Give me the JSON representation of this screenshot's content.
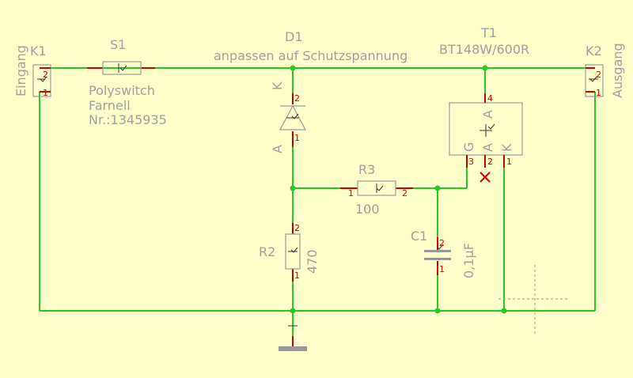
{
  "schematic": {
    "k1": {
      "name": "K1",
      "label": "Eingang",
      "pin_top": "2",
      "pin_bottom": "1"
    },
    "k2": {
      "name": "K2",
      "label": "Ausgang",
      "pin_top": "2",
      "pin_bottom": "1"
    },
    "s1": {
      "name": "S1",
      "line1": "Polyswitch",
      "line2": "Farnell",
      "line3": "Nr.:1345935"
    },
    "d1": {
      "name": "D1",
      "value": "anpassen auf Schutzspannung",
      "k_label": "K",
      "a_label": "A",
      "pin_k": "2",
      "pin_a": "1"
    },
    "t1": {
      "name": "T1",
      "value": "BT148W/600R",
      "a_label": "A",
      "g_label": "G",
      "a2_label": "A",
      "k_label": "K",
      "pin4": "4",
      "pin3": "3",
      "pin2": "2",
      "pin1": "1"
    },
    "r3": {
      "name": "R3",
      "value": "100",
      "pin1": "1",
      "pin2": "2"
    },
    "r2": {
      "name": "R2",
      "value": "470",
      "pin1": "1",
      "pin2": "2"
    },
    "c1": {
      "name": "C1",
      "value": "0,1µF",
      "pin1": "1",
      "pin2": "2"
    }
  },
  "colors": {
    "background": "#FFFFCC",
    "wire": "#22CC22",
    "pin": "#CC0000",
    "junction": "#22CC22",
    "text": "#A0A0A0"
  }
}
